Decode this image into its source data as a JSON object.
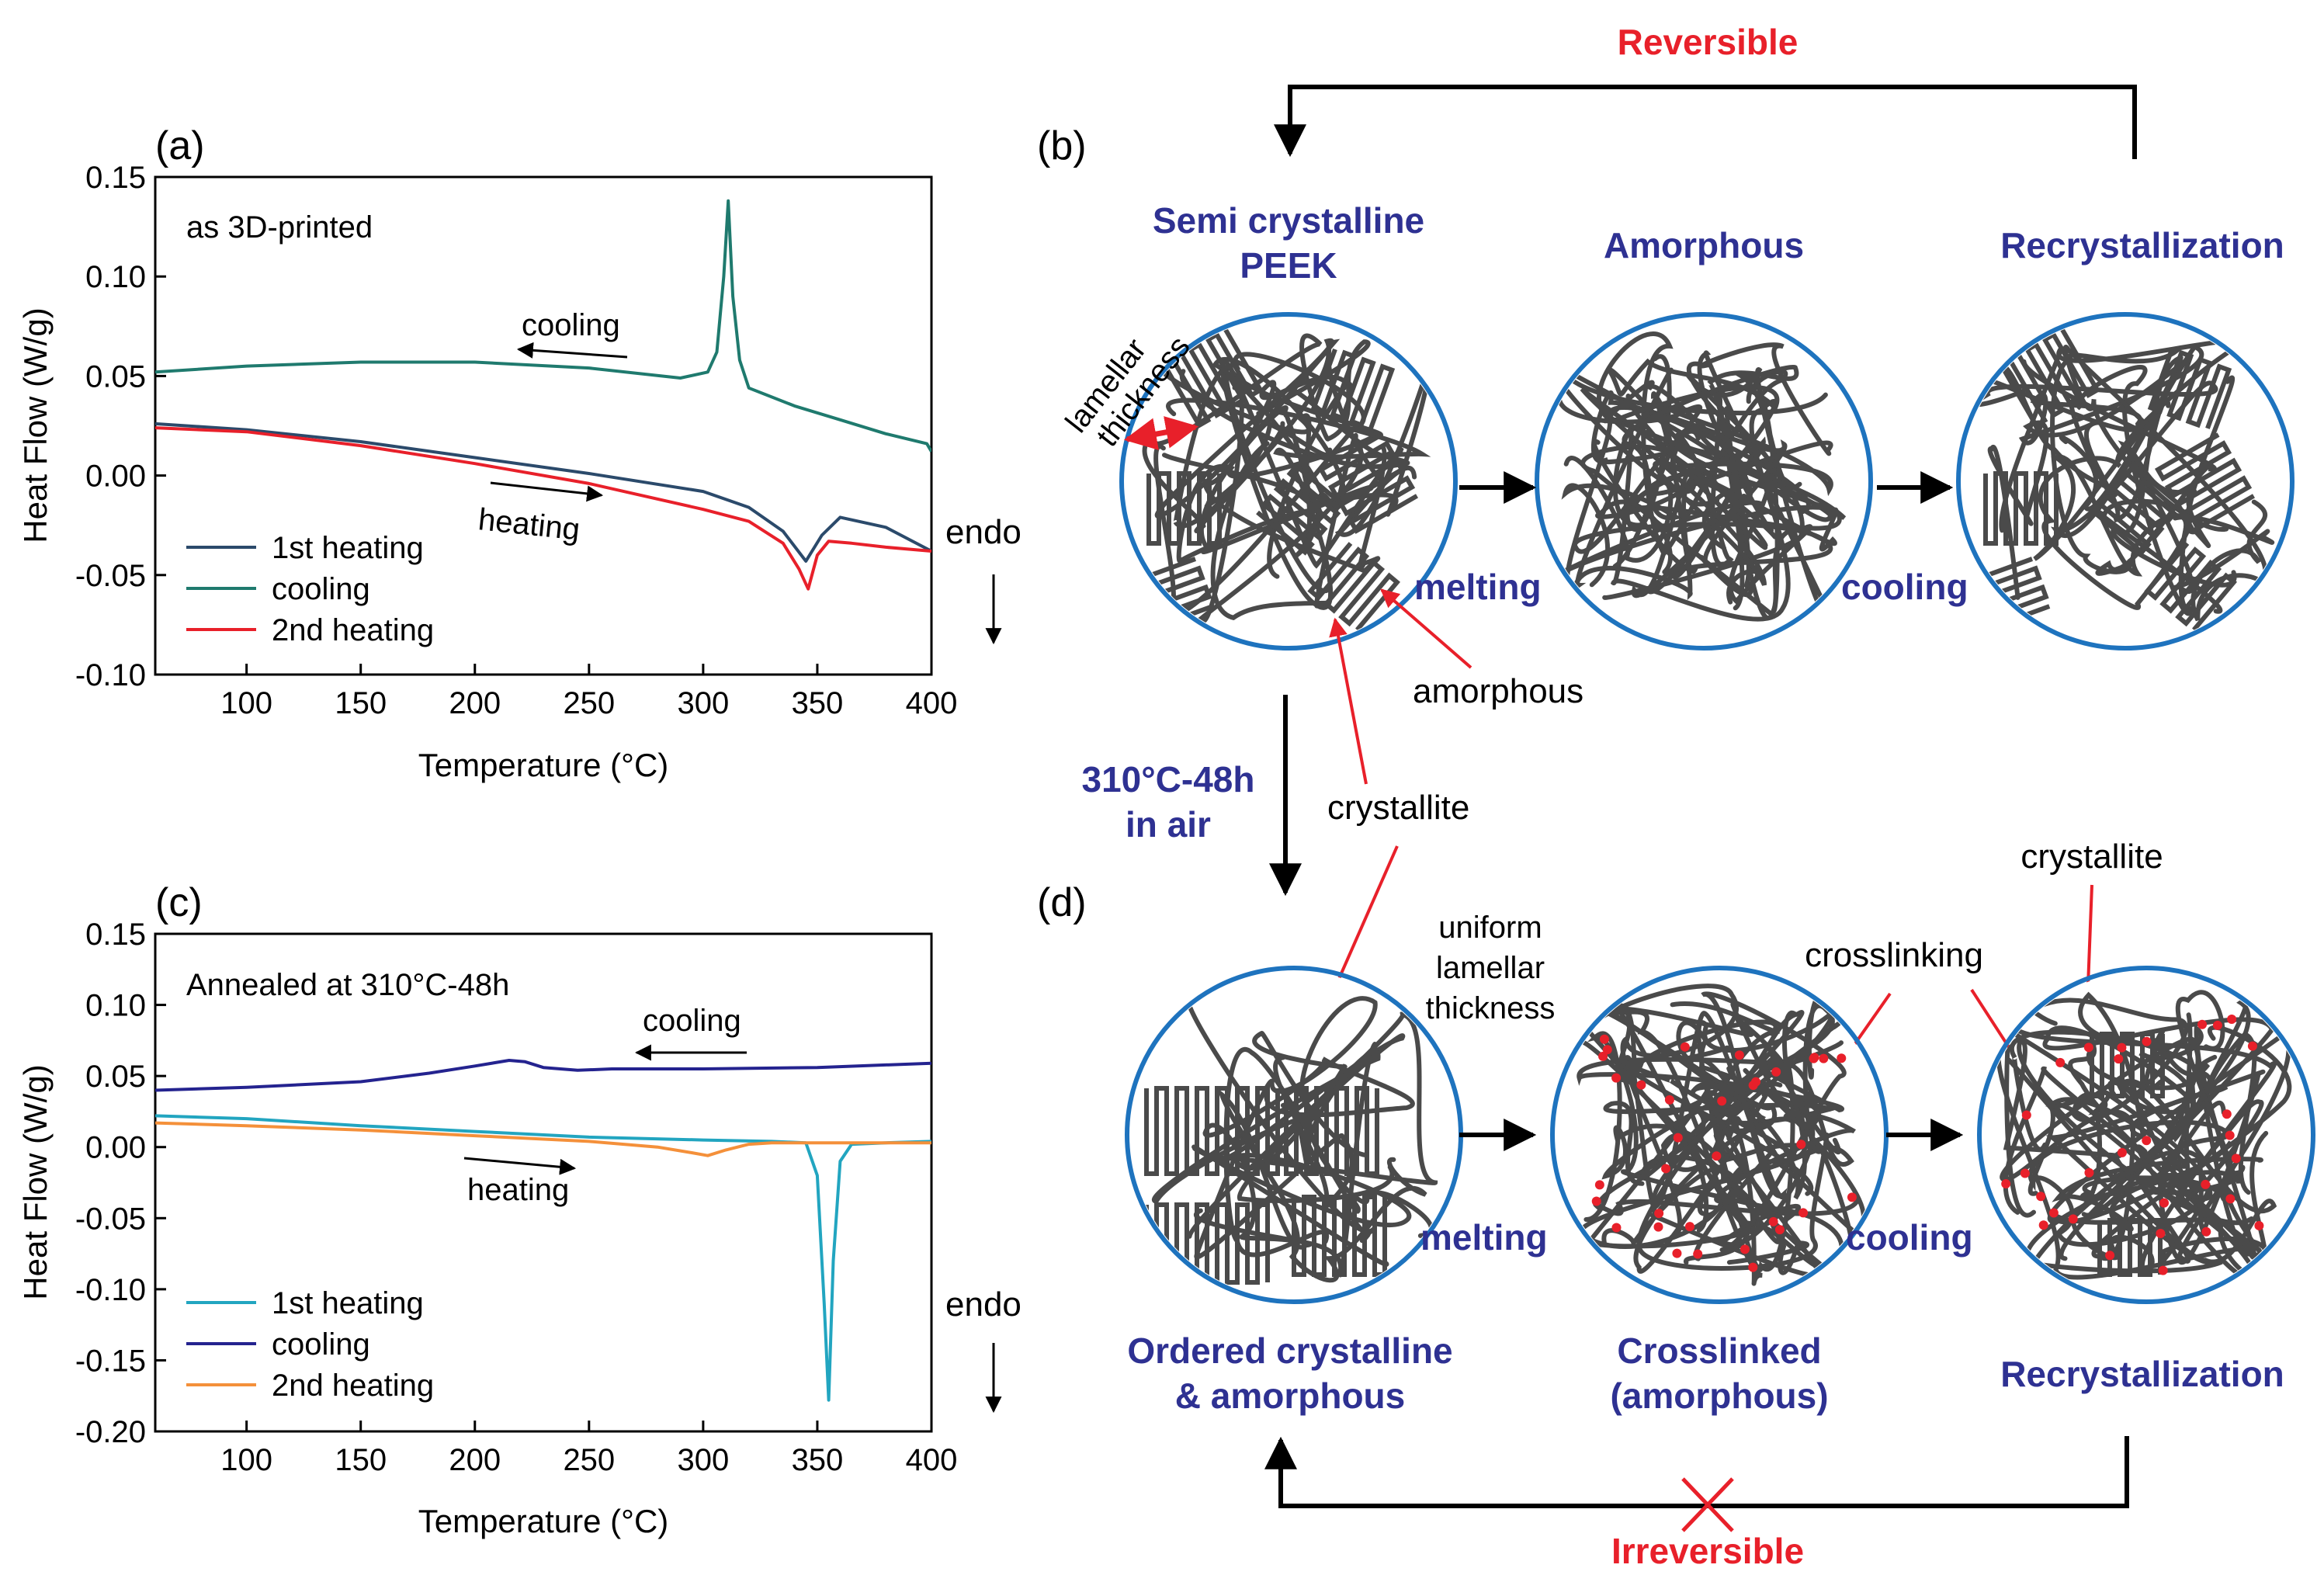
{
  "colors": {
    "navy": "#2E3192",
    "red": "#E8202A",
    "arrow_red": "#E8202A",
    "circle_blue": "#1E73BE",
    "chain": "#4A4A4A",
    "teal": "#1F7A6E",
    "dark_blue_curve": "#2B4A6B",
    "orange": "#F4903A",
    "cyan": "#22A5C0",
    "deep_blue": "#24238F"
  },
  "chart_data": [
    {
      "type": "line",
      "panel_label": "(a)",
      "annotation": "as 3D-printed",
      "xlabel": "Temperature (°C)",
      "ylabel": "Heat Flow (W/g)",
      "xlim": [
        60,
        400
      ],
      "ylim": [
        -0.1,
        0.15
      ],
      "xticks": [
        100,
        150,
        200,
        250,
        300,
        350,
        400
      ],
      "yticks": [
        -0.1,
        -0.05,
        0.0,
        0.05,
        0.1,
        0.15
      ],
      "ytick_labels": [
        "-0.10",
        "-0.05",
        "0.00",
        "0.05",
        "0.10",
        "0.15"
      ],
      "cooling_label": "cooling",
      "heating_label": "heating",
      "endo_label": "endo",
      "legend_position": "bottom-left",
      "series": [
        {
          "name": "1st heating",
          "color": "#2B4A6B",
          "x": [
            60,
            100,
            150,
            200,
            250,
            300,
            320,
            335,
            345,
            352,
            360,
            380,
            400
          ],
          "y": [
            0.026,
            0.023,
            0.017,
            0.009,
            0.001,
            -0.008,
            -0.016,
            -0.028,
            -0.043,
            -0.03,
            -0.021,
            -0.026,
            -0.038
          ]
        },
        {
          "name": "cooling",
          "color": "#1F7A6E",
          "x": [
            60,
            100,
            150,
            200,
            250,
            290,
            302,
            306,
            309,
            311,
            313,
            316,
            320,
            340,
            360,
            380,
            398,
            400
          ],
          "y": [
            0.052,
            0.055,
            0.057,
            0.057,
            0.054,
            0.049,
            0.052,
            0.062,
            0.1,
            0.138,
            0.09,
            0.058,
            0.044,
            0.035,
            0.028,
            0.021,
            0.016,
            0.012
          ]
        },
        {
          "name": "2nd heating",
          "color": "#E8202A",
          "x": [
            60,
            100,
            150,
            200,
            250,
            300,
            320,
            335,
            342,
            346,
            350,
            355,
            365,
            380,
            400
          ],
          "y": [
            0.024,
            0.022,
            0.015,
            0.006,
            -0.004,
            -0.017,
            -0.023,
            -0.034,
            -0.047,
            -0.057,
            -0.04,
            -0.033,
            -0.034,
            -0.036,
            -0.038
          ]
        }
      ]
    },
    {
      "type": "line",
      "panel_label": "(c)",
      "annotation": "Annealed at 310°C-48h",
      "xlabel": "Temperature (°C)",
      "ylabel": "Heat Flow (W/g)",
      "xlim": [
        60,
        400
      ],
      "ylim": [
        -0.2,
        0.15
      ],
      "xticks": [
        100,
        150,
        200,
        250,
        300,
        350,
        400
      ],
      "yticks": [
        -0.2,
        -0.15,
        -0.1,
        -0.05,
        0.0,
        0.05,
        0.1,
        0.15
      ],
      "ytick_labels": [
        "-0.20",
        "-0.15",
        "-0.10",
        "-0.05",
        "0.00",
        "0.05",
        "0.10",
        "0.15"
      ],
      "cooling_label": "cooling",
      "heating_label": "heating",
      "endo_label": "endo",
      "legend_position": "bottom-left",
      "series": [
        {
          "name": "1st heating",
          "color": "#22A5C0",
          "x": [
            60,
            100,
            150,
            200,
            250,
            300,
            330,
            345,
            350,
            353,
            355,
            357,
            360,
            365,
            380,
            400
          ],
          "y": [
            0.022,
            0.02,
            0.015,
            0.011,
            0.007,
            0.005,
            0.004,
            0.003,
            -0.02,
            -0.11,
            -0.178,
            -0.08,
            -0.01,
            0.002,
            0.003,
            0.004
          ]
        },
        {
          "name": "cooling",
          "color": "#24238F",
          "x": [
            60,
            100,
            150,
            180,
            200,
            215,
            222,
            230,
            245,
            260,
            300,
            350,
            400
          ],
          "y": [
            0.04,
            0.042,
            0.046,
            0.052,
            0.057,
            0.061,
            0.06,
            0.056,
            0.054,
            0.055,
            0.055,
            0.056,
            0.059
          ]
        },
        {
          "name": "2nd heating",
          "color": "#F4903A",
          "x": [
            60,
            100,
            150,
            200,
            250,
            280,
            295,
            302,
            310,
            320,
            330,
            350,
            400
          ],
          "y": [
            0.017,
            0.015,
            0.012,
            0.008,
            0.004,
            0.0,
            -0.004,
            -0.006,
            -0.002,
            0.002,
            0.003,
            0.003,
            0.003
          ]
        }
      ]
    }
  ],
  "diagram": {
    "panel_b_label": "(b)",
    "panel_d_label": "(d)",
    "reversible": "Reversible",
    "irreversible": "Irreversible",
    "top_states": {
      "semi_line1": "Semi crystalline",
      "semi_line2": "PEEK",
      "amorphous": "Amorphous",
      "recrystallization": "Recrystallization"
    },
    "bottom_states": {
      "ordered_line1": "Ordered crystalline",
      "ordered_line2": "& amorphous",
      "crosslinked_line1": "Crosslinked",
      "crosslinked_line2": "(amorphous)",
      "recrystallization": "Recrystallization"
    },
    "melting": "melting",
    "cooling": "cooling",
    "lamellar_line1": "lamellar",
    "lamellar_line2": "thickness",
    "amorphous_label": "amorphous",
    "crystallite_label": "crystallite",
    "anneal_line1": "310°C-48h",
    "anneal_line2": "in air",
    "uniform_line1": "uniform",
    "uniform_line2": "lamellar",
    "uniform_line3": "thickness",
    "crosslinking": "crosslinking",
    "crystallite_top_right": "crystallite"
  }
}
